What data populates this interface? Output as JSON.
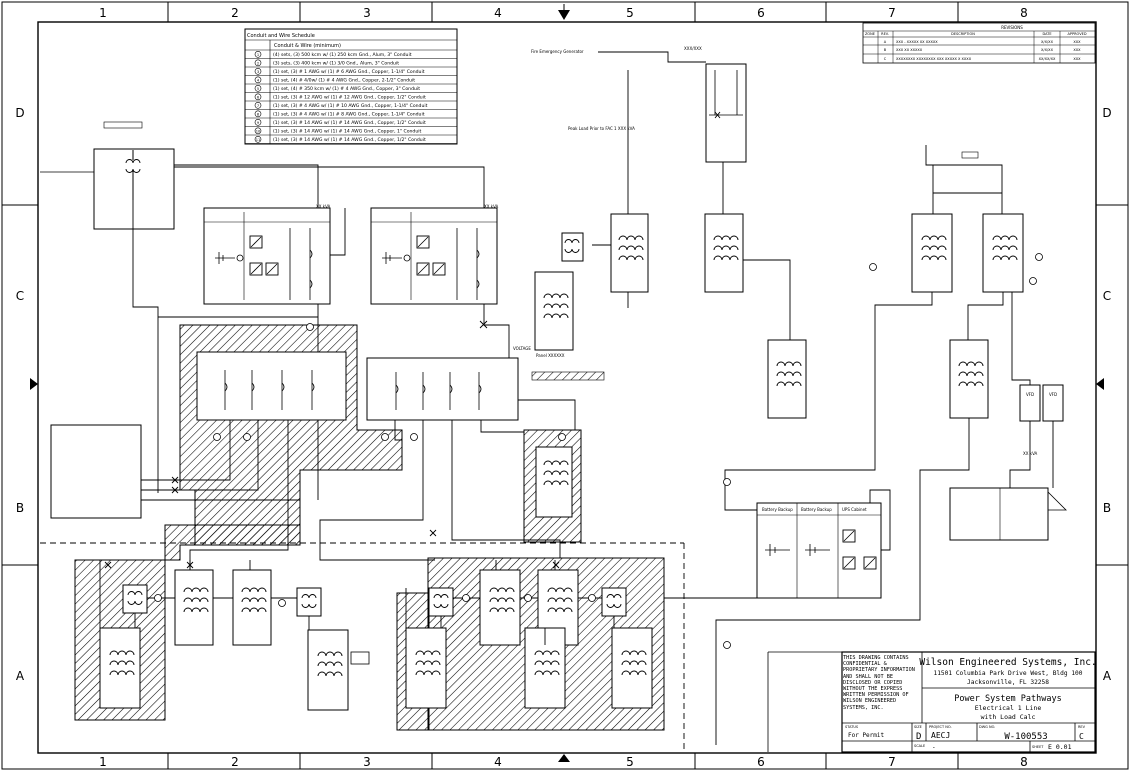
{
  "grid": {
    "cols": [
      "1",
      "2",
      "3",
      "4",
      "5",
      "6",
      "7",
      "8"
    ],
    "rows": [
      "D",
      "C",
      "B",
      "A"
    ]
  },
  "schedule": {
    "title": "Conduit and Wire Schedule",
    "header": "Conduit & Wire (minimum)",
    "rows": [
      {
        "num": "1",
        "text": "(4) sets, (3) 500 kcm w/ (1) 250 kcm Gnd., Alum, 3\" Conduit"
      },
      {
        "num": "2",
        "text": "(3) sets, (3) 400 kcm w/ (1) 3/0 Gnd., Alum, 3\" Conduit"
      },
      {
        "num": "3",
        "text": "(1) set, (3) # 1 AWG w/ (1) # 6 AWG Gnd., Copper, 1-1/4\" Conduit"
      },
      {
        "num": "4",
        "text": "(1) set, (4) # 4/0w/ (1) # 4 AWG Gnd., Copper, 2-1/2\" Conduit"
      },
      {
        "num": "5",
        "text": "(1) set, (4) # 350 kcm w/ (1) # 4 AWG Gnd., Copper, 3\" Conduit"
      },
      {
        "num": "6",
        "text": "(1) set, (3) # 12 AWG w/ (1) # 12 AWG Gnd., Copper, 1/2\" Conduit"
      },
      {
        "num": "7",
        "text": "(1) set, (3) # 4 AWG w/ (1) # 10 AWG Gnd., Copper, 1-1/4\" Conduit"
      },
      {
        "num": "8",
        "text": "(1) set, (3) # 4 AWG w/ (1) # 8 AWG Gnd., Copper, 1-1/4\" Conduit"
      },
      {
        "num": "9",
        "text": "(1) set, (3) # 14 AWG w/ (1) # 14 AWG Gnd., Copper, 1/2\" Conduit"
      },
      {
        "num": "10",
        "text": "(1) set, (3) # 14 AWG w/ (1) # 14 AWG Gnd., Copper, 1\" Conduit"
      },
      {
        "num": "11",
        "text": "(1) set, (3) # 14 AWG w/ (1) # 14 AWG Gnd., Copper, 1/2\" Conduit"
      }
    ]
  },
  "revisions": {
    "title": "REVISIONS",
    "headers": [
      "ZONE",
      "REV.",
      "DESCRIPTION",
      "DATE",
      "APPROVED"
    ],
    "rows": [
      {
        "zone": "",
        "rev": "A",
        "desc": "XXX - XXXXX XX XXXXX",
        "date": "X/X/XX",
        "appr": "XXX"
      },
      {
        "zone": "",
        "rev": "B",
        "desc": "XXX XX XXXXX",
        "date": "X/X/XX",
        "appr": "XXX"
      },
      {
        "zone": "",
        "rev": "C",
        "desc": "XXXXXXXX XXXXXXXX XXX XXXXX X XXXX",
        "date": "XX/XX/XX",
        "appr": "XXX"
      }
    ]
  },
  "title_block": {
    "confidential": "THIS DRAWING CONTAINS CONFIDENTIAL & PROPRIETARY INFORMATION AND SHALL NOT BE DISCLOSED OR COPIED WITHOUT THE EXPRESS WRITTEN PERMISSION OF WILSON ENGINEERED SYSTEMS, INC.",
    "company": "Wilson Engineered Systems, Inc.",
    "address1": "11501 Columbia Park Drive West, Bldg 100",
    "address2": "Jacksonville, FL 32258",
    "title1": "Power System Pathways",
    "title2": "Electrical 1 Line",
    "title3": "with Load Calc",
    "status_label": "STATUS",
    "status": "For Permit",
    "size_label": "SIZE",
    "size": "D",
    "proj_label": "PROJECT NO.",
    "proj": "AECJ",
    "dwg_label": "DWG NO.",
    "dwg": "W-100553",
    "rev_label": "REV",
    "rev": "C",
    "scale_label": "SCALE",
    "scale": "-",
    "sheet_label": "SHEET",
    "sheet": "E 0.01"
  },
  "labels": {
    "l1": "Fire Emergency Generator",
    "l2": "XXX/XXX",
    "l3": "Peak Load Prior to FAC 1 XXX kVA",
    "l4": "Battery Backup",
    "l5": "UPS Cabinet",
    "l6": "Panel XXXXXX",
    "l7": "VOLTAGE",
    "l8": "XX kVA",
    "l9": "XX kVA",
    "l10": "XX kVA"
  }
}
